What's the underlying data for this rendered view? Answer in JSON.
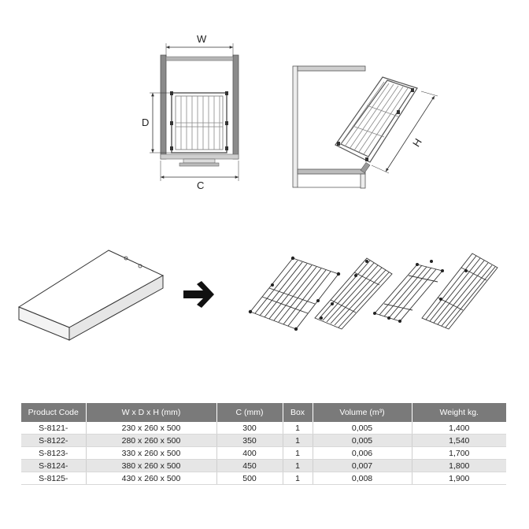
{
  "dimensions": {
    "width_label": "W",
    "depth_label": "D",
    "height_label": "H",
    "cabinet_label": "C"
  },
  "table": {
    "headers": [
      "Product Code",
      "W x D x H (mm)",
      "C (mm)",
      "Box",
      "Volume (m³)",
      "Weight kg."
    ],
    "rows": [
      [
        "S-8121-",
        "230 x 260 x 500",
        "300",
        "1",
        "0,005",
        "1,400"
      ],
      [
        "S-8122-",
        "280 x 260 x 500",
        "350",
        "1",
        "0,005",
        "1,540"
      ],
      [
        "S-8123-",
        "330 x 260 x 500",
        "400",
        "1",
        "0,006",
        "1,700"
      ],
      [
        "S-8124-",
        "380 x 260 x 500",
        "450",
        "1",
        "0,007",
        "1,800"
      ],
      [
        "S-8125-",
        "430 x 260 x 500",
        "500",
        "1",
        "0,008",
        "1,900"
      ]
    ]
  },
  "icons": {
    "arrow": "right-arrow-icon"
  },
  "colors": {
    "header_bg": "#7a7a7a",
    "cabinet_wall": "#8a8a8a",
    "alt_row": "#e6e6e6"
  }
}
